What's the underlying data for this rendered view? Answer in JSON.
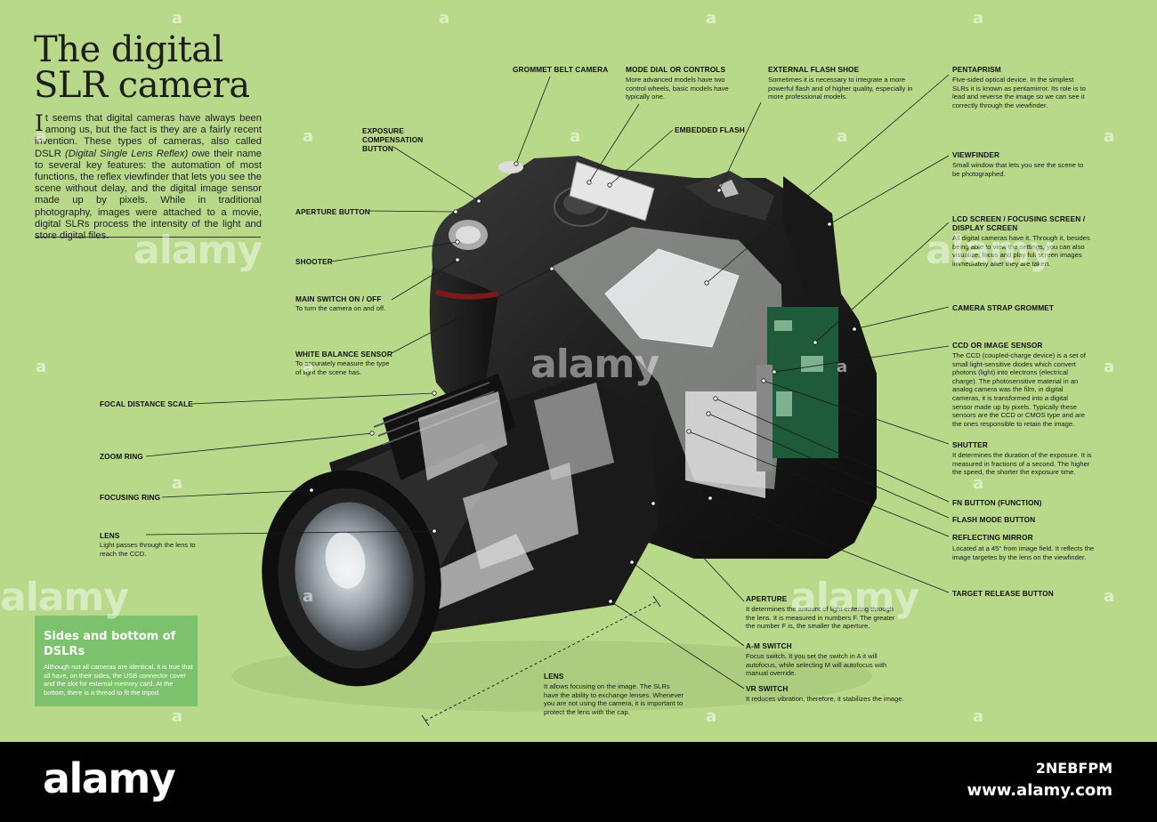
{
  "title": {
    "line1": "The digital",
    "line2": "SLR camera"
  },
  "intro": {
    "drop_cap": "I",
    "text_part1": "t seems that digital cameras have always been among us, but the fact is they are a fairly recent invention. These types of cameras, also called DSLR ",
    "text_italic": "(Digital Single Lens Reflex)",
    "text_part2": " owe their name to several key features: the automation of most functions, the reflex viewfinder that lets you see the scene without delay, and the digital image sensor made up by pixels. While in traditional photography, images were attached to a movie, digital SLRs process the intensity of the light and store digital files."
  },
  "labels": {
    "grommet_belt": {
      "title": "GROMMET BELT CAMERA"
    },
    "mode_dial": {
      "title": "MODE DIAL OR CONTROLS",
      "text": "More advanced models have two control wheels, basic models have typically one."
    },
    "external_flash": {
      "title": "EXTERNAL FLASH SHOE",
      "text": "Sometimes it is necessary to integrate a more powerful flash and of higher quality, especially in more professional models."
    },
    "pentaprism": {
      "title": "PENTAPRISM",
      "text": "Five-sided optical device. In the simplest SLRs it is known as pentamirror. Its role is to lead and reverse the image so we can see it correctly through the viewfinder."
    },
    "exposure": {
      "title": "EXPOSURE COMPENSATION BUTTON"
    },
    "embedded_flash": {
      "title": "EMBEDDED FLASH"
    },
    "viewfinder": {
      "title": "VIEWFINDER",
      "text": "Small window that lets you see the scene to be photographed."
    },
    "aperture_button": {
      "title": "APERTURE BUTTON"
    },
    "lcd": {
      "title": "LCD SCREEN / FOCUSING SCREEN / DISPLAY SCREEN",
      "text": "All digital cameras have it. Through it, besides being able to view the settings, you can also visualize, focus and play full screen images immediately after they are taken."
    },
    "shooter": {
      "title": "SHOOTER"
    },
    "main_switch": {
      "title": "MAIN SWITCH ON / OFF",
      "text": "To turn the camera on and off."
    },
    "strap_grommet": {
      "title": "CAMERA STRAP GROMMET"
    },
    "white_balance": {
      "title": "WHITE BALANCE SENSOR",
      "text": "To accurately measure the type of light the scene has."
    },
    "ccd": {
      "title": "CCD or IMAGE SENSOR",
      "text": "The CCD (coupled-charge device) is a set of small light-sensitive diodes which convert photons (light) into electrons (electrical charge). The photosensitive material in an analog camera was the film, in digital cameras, it is transformed into a digital sensor made up by pixels. Typically these sensors are the CCD or CMOS type and are the ones responsible to retain the image."
    },
    "focal_scale": {
      "title": "FOCAL DISTANCE SCALE"
    },
    "shutter": {
      "title": "SHUTTER",
      "text": "It determines the duration of the exposure. It is measured in fractions of a second. The higher the speed, the shorter the exposure time."
    },
    "zoom_ring": {
      "title": "ZOOM RING"
    },
    "focusing_ring": {
      "title": "FOCUSING RING"
    },
    "fn_button": {
      "title": "Fn BUTTON (FUNCTION)"
    },
    "flash_mode": {
      "title": "FLASH MODE BUTTON"
    },
    "lens_left": {
      "title": "LENS",
      "text": "Light passes through the lens to reach the CCD."
    },
    "reflecting_mirror": {
      "title": "REFLECTING MIRROR",
      "text": "Located at a 45° from image field. It reflects the image targetes by the lens on the viewfinder."
    },
    "target_release": {
      "title": "TARGET RELEASE BUTTON"
    },
    "aperture": {
      "title": "APERTURE",
      "text": "It determines the amount of light entering through the lens. It is measured in numbers F. The greater the number F is, the smaller the aperture."
    },
    "am_switch": {
      "title": "A-M SWITCH",
      "text": "Focus switch. It you set the switch in A it will autofocus, while selecting M will autofocus with manual override."
    },
    "lens_bottom": {
      "title": "LENS",
      "text": "It allows focusing on the image. The SLRs have the ability to exchange lenses. Whenever you are not using the camera, it is important to protect the lens with the cap."
    },
    "vr_switch": {
      "title": "VR SWITCH",
      "text": "It reduces vibration, therefore, it stabilizes the image."
    }
  },
  "sidebox": {
    "title": "Sides and bottom of DSLRs",
    "text": "Although not all cameras are identical, it is true that all have, on their sides, the USB connector cover and the slot for external memory card. At the bottom, there is a thread to fit the tripod."
  },
  "watermark": {
    "small": "a",
    "big": "alamy"
  },
  "footer": {
    "logo": "alamy",
    "image_id": "2NEBFPM",
    "url": "www.alamy.com"
  },
  "colors": {
    "background": "#b8d98a",
    "sidebox": "#7cc16b",
    "footer": "#000000"
  }
}
